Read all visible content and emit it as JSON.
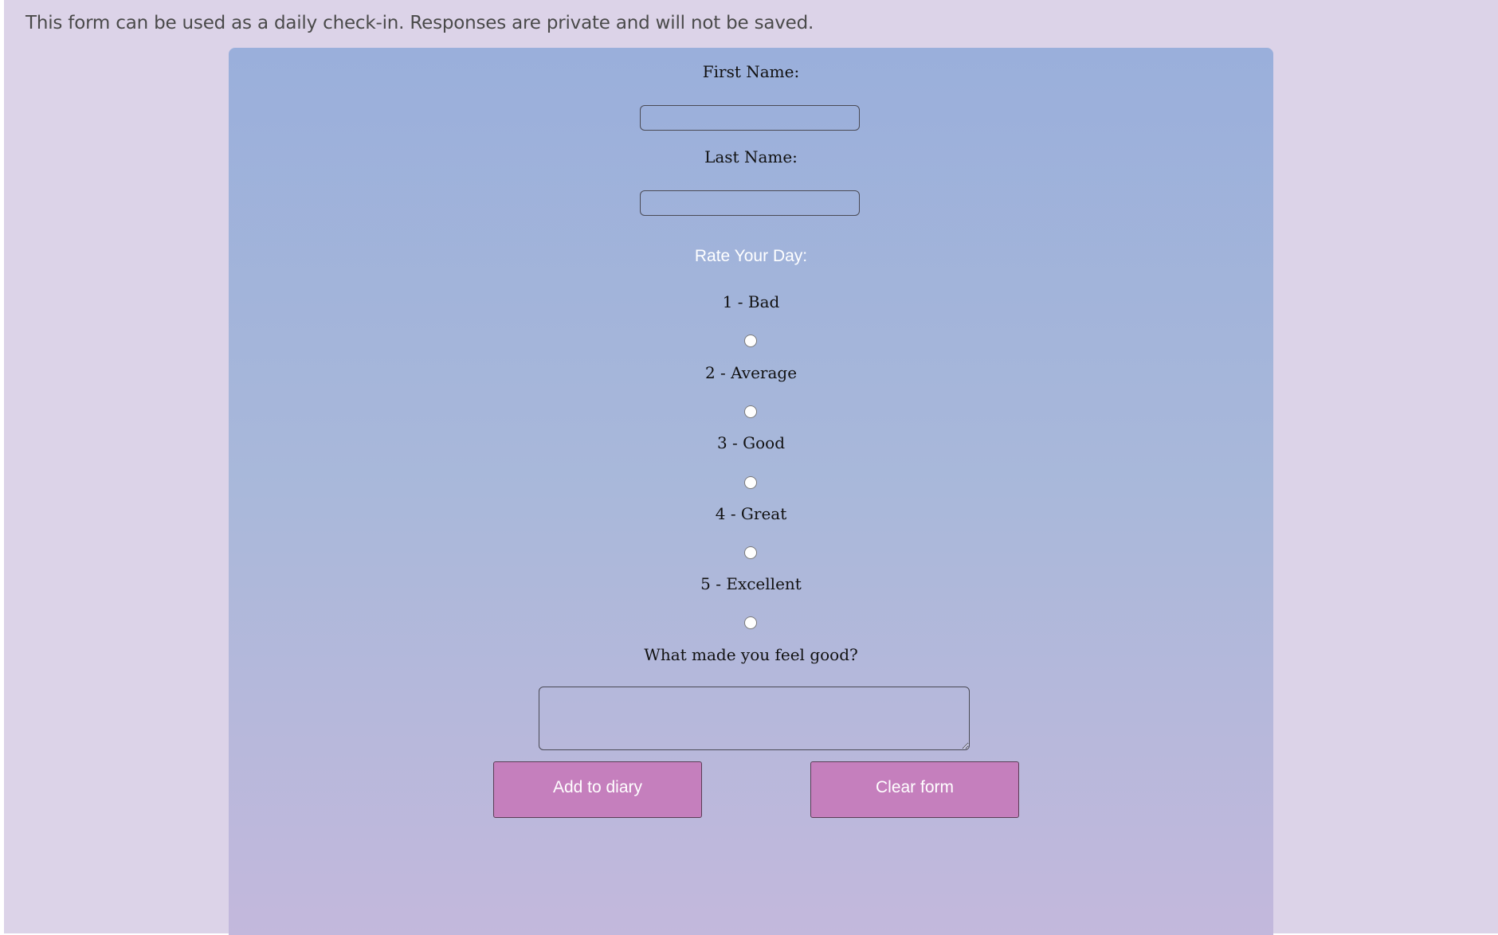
{
  "intro_text": "This form can be used as a daily check-in. Responses are private and will not be saved.",
  "form": {
    "first_name_label": "First Name:",
    "first_name_value": "",
    "last_name_label": "Last Name:",
    "last_name_value": "",
    "rating_title": "Rate Your Day:",
    "ratings": [
      {
        "label": "1 - Bad",
        "checked": false
      },
      {
        "label": "2 - Average",
        "checked": false
      },
      {
        "label": "3 - Good",
        "checked": false
      },
      {
        "label": "4 - Great",
        "checked": false
      },
      {
        "label": "5 - Excellent",
        "checked": false
      }
    ],
    "feel_good_label": "What made you feel good?",
    "feel_good_value": ""
  },
  "buttons": {
    "add_label": "Add to diary",
    "clear_label": "Clear form"
  },
  "colors": {
    "page_background": "#dcd3e8",
    "card_top": "#9aafdb",
    "card_bottom": "#c3b8dc",
    "button_fill": "#c57fbd",
    "button_text": "#ffffff"
  }
}
